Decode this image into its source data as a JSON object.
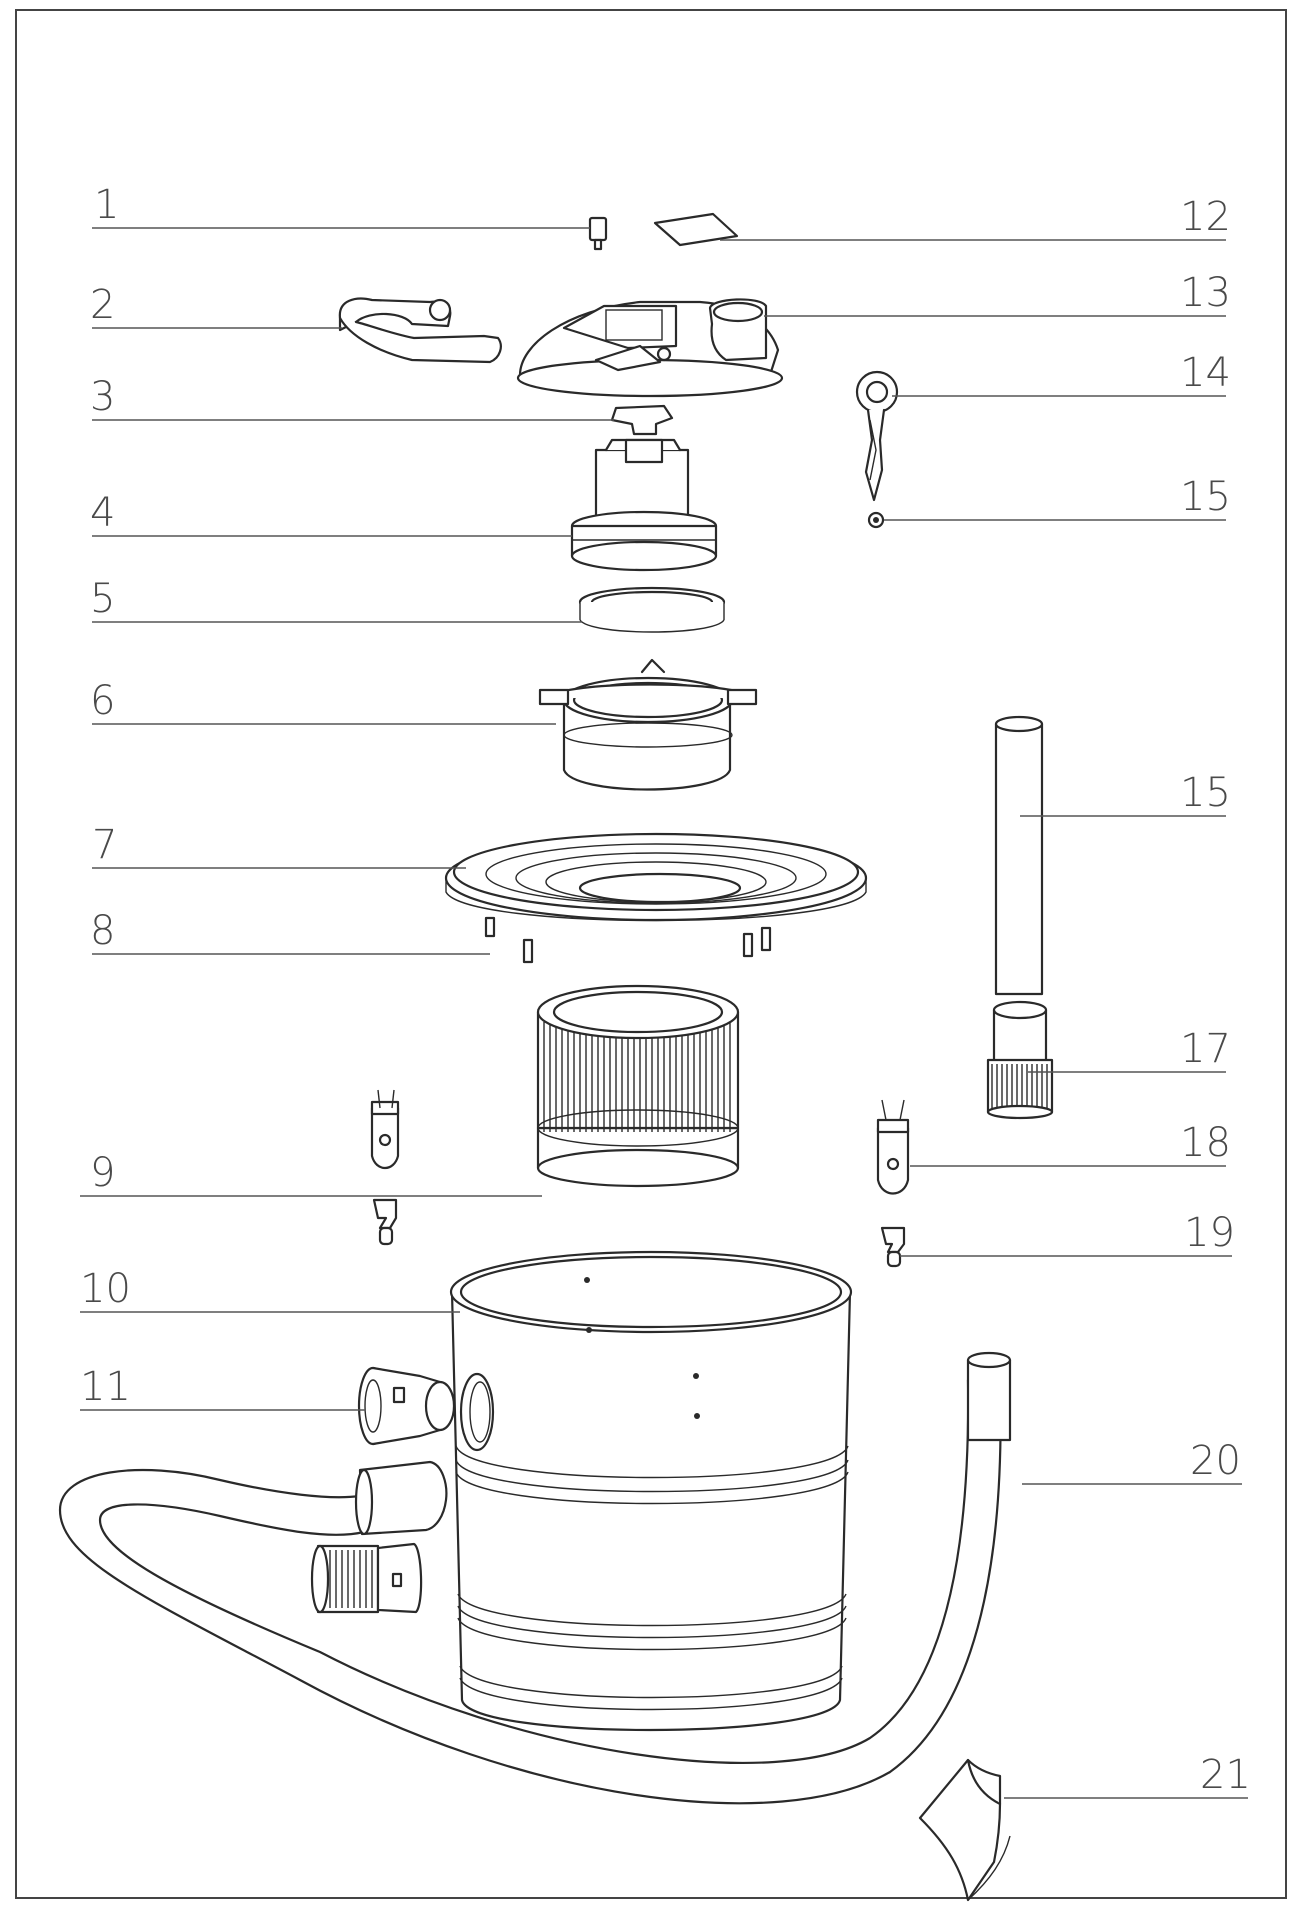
{
  "callouts": {
    "c1": "1",
    "c2": "2",
    "c3": "3",
    "c4": "4",
    "c5": "5",
    "c6": "6",
    "c7": "7",
    "c8": "8",
    "c9": "9",
    "c10": "10",
    "c11": "11",
    "c12": "12",
    "c13": "13",
    "c14": "14",
    "c15a": "15",
    "c15b": "15",
    "c17": "17",
    "c18": "18",
    "c19": "19",
    "c20": "20",
    "c21": "21"
  },
  "colors": {
    "line": "#2a2a2a",
    "label": "#4a4a4a",
    "background": "#ffffff"
  }
}
